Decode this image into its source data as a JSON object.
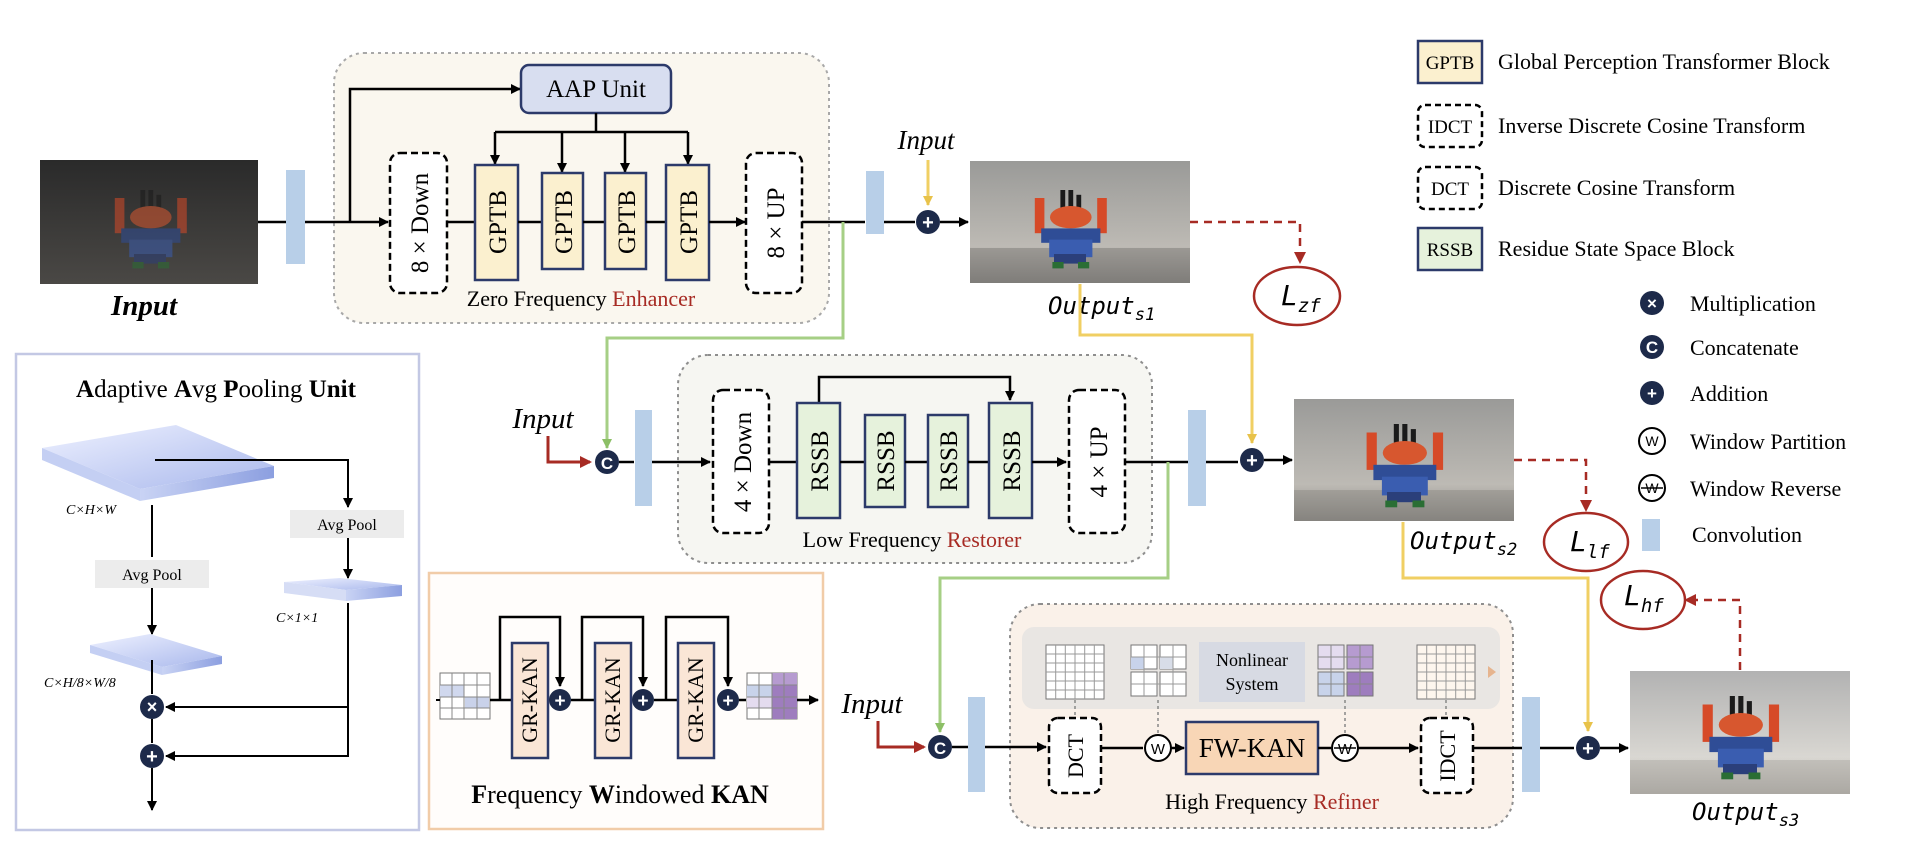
{
  "input_label": "Input",
  "output_s1": {
    "base": "Output",
    "sub": "s1"
  },
  "output_s2": {
    "base": "Output",
    "sub": "s2"
  },
  "output_s3": {
    "base": "Output",
    "sub": "s3"
  },
  "loss_zf": {
    "base": "L",
    "sub": "zf"
  },
  "loss_lf": {
    "base": "L",
    "sub": "lf"
  },
  "loss_hf": {
    "base": "L",
    "sub": "hf"
  },
  "zero_freq": {
    "aap_unit": "AAP Unit",
    "down": "8 × Down",
    "up": "8 × UP",
    "block": "GPTB",
    "title_a": "Zero Frequency ",
    "title_b": "Enhancer"
  },
  "low_freq": {
    "down": "4 × Down",
    "up": "4 × UP",
    "block": "RSSB",
    "title_a": "Low Frequency ",
    "title_b": "Restorer"
  },
  "high_freq": {
    "dct": "DCT",
    "idct": "IDCT",
    "fwkan": "FW-KAN",
    "nonlinear_1": "Nonlinear",
    "nonlinear_2": "System",
    "title_a": "High Frequency ",
    "title_b": "Refiner"
  },
  "aap_panel": {
    "title_parts": [
      {
        "t": "A",
        "b": true
      },
      {
        "t": "daptive ",
        "b": false
      },
      {
        "t": "A",
        "b": true
      },
      {
        "t": "vg ",
        "b": false
      },
      {
        "t": "P",
        "b": true
      },
      {
        "t": "ooling ",
        "b": false
      },
      {
        "t": "Unit",
        "b": true
      }
    ],
    "dim_full": "C×H×W",
    "dim_small": "C×1×1",
    "dim_pool": "C×H/8×W/8",
    "avg_pool": "Avg Pool"
  },
  "fw_kan": {
    "block": "GR-KAN",
    "title_parts": [
      {
        "t": "F",
        "b": true
      },
      {
        "t": "requency ",
        "b": false
      },
      {
        "t": "W",
        "b": true
      },
      {
        "t": "indowed ",
        "b": false
      },
      {
        "t": "KAN",
        "b": true
      }
    ]
  },
  "legend": [
    {
      "key": "GPTB",
      "kind": "box-gptb",
      "label": "Global Perception Transformer Block"
    },
    {
      "key": "IDCT",
      "kind": "box-dashed",
      "label": "Inverse Discrete Cosine Transform"
    },
    {
      "key": "DCT",
      "kind": "box-dashed",
      "label": "Discrete Cosine Transform"
    },
    {
      "key": "RSSB",
      "kind": "box-rssb",
      "label": "Residue State Space Block"
    },
    {
      "key": "×",
      "kind": "circle-dark",
      "label": "Multiplication"
    },
    {
      "key": "C",
      "kind": "circle-dark",
      "label": "Concatenate"
    },
    {
      "key": "+",
      "kind": "circle-dark",
      "label": "Addition"
    },
    {
      "key": "W",
      "kind": "circle-light",
      "label": "Window Partition"
    },
    {
      "key": "W",
      "kind": "circle-light-strike",
      "label": "Window Reverse"
    },
    {
      "key": "",
      "kind": "conv",
      "label": "Convolution"
    }
  ],
  "colors": {
    "gptb_fill": "#fbf0cf",
    "rssb_fill": "#e6f2dc",
    "grkan_fill": "#fae6d6",
    "fwkan_fill": "#f8d6b6",
    "aap_fill": "#d8def0",
    "conv_fill": "#b8cfe8",
    "accent_red": "#a72b24",
    "green_line": "#a6cf85",
    "yellow_line": "#f0cf63"
  }
}
